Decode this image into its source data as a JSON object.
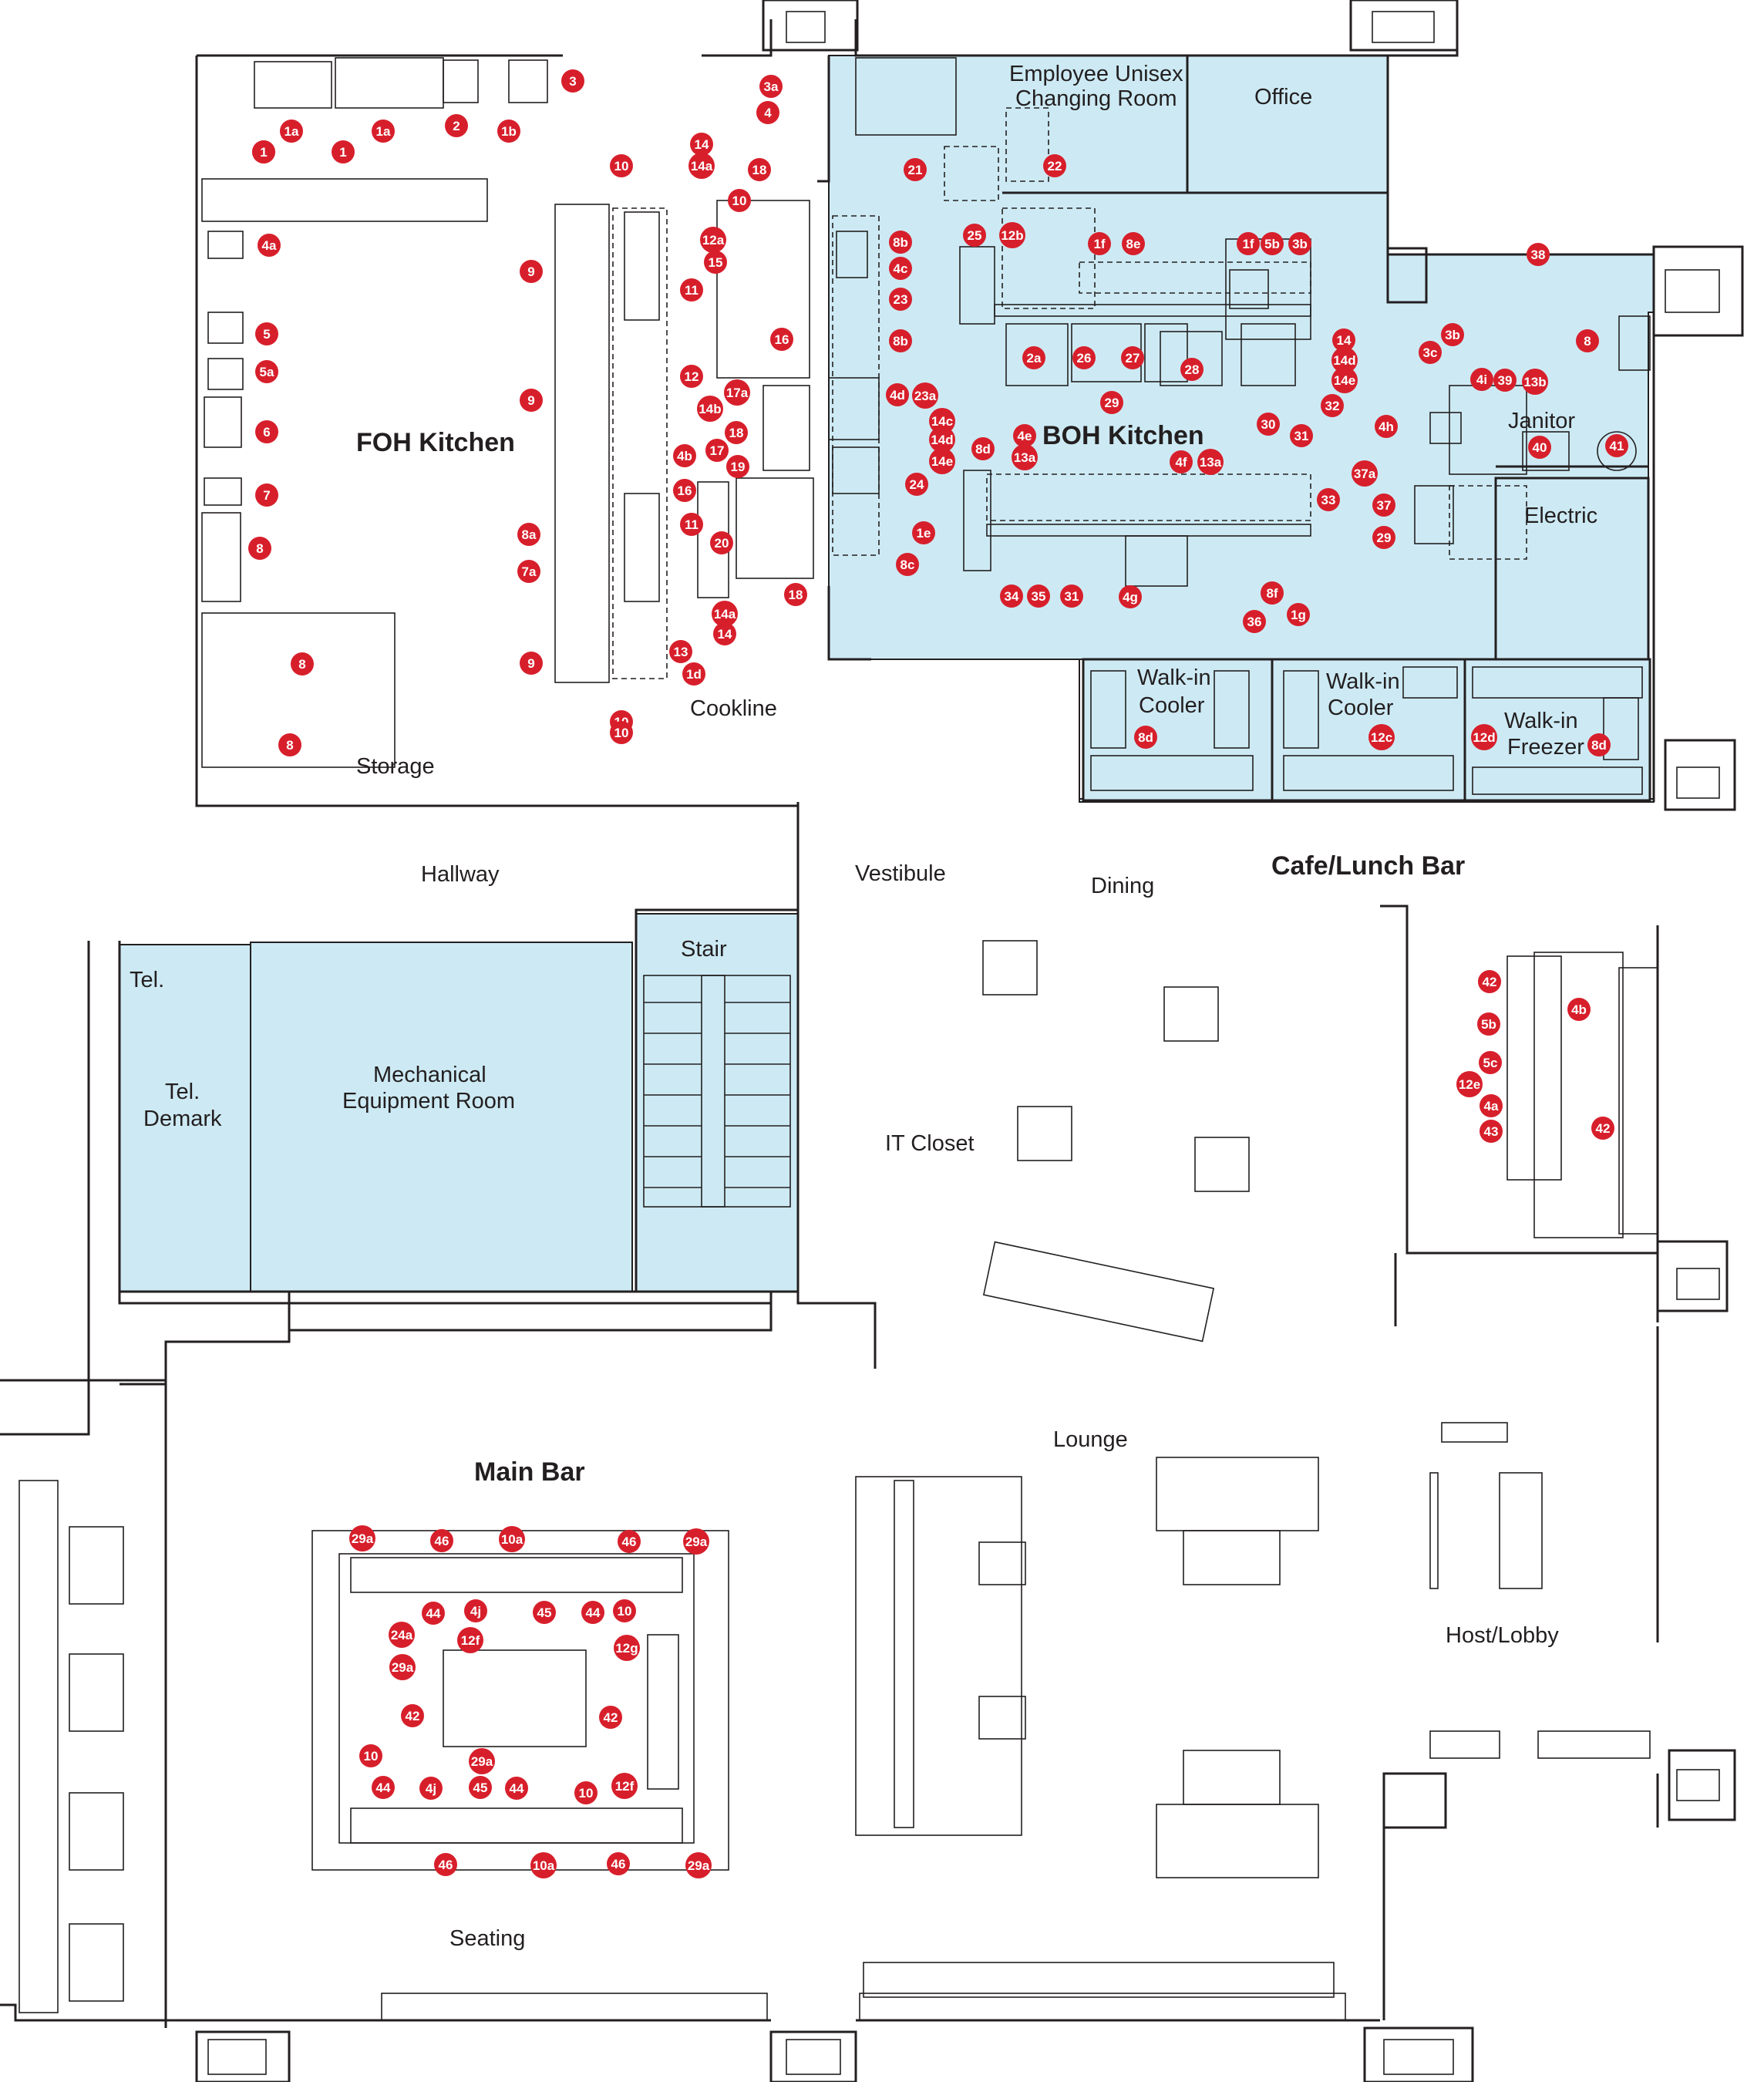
{
  "colors": {
    "tag": "#d71f2b",
    "highlight": "#cdeaf4",
    "line": "#231f20"
  },
  "rooms": {
    "foh_kitchen": "FOH Kitchen",
    "boh_kitchen": "BOH Kitchen",
    "changing_room_line1": "Employee Unisex",
    "changing_room_line2": "Changing Room",
    "office": "Office",
    "janitor": "Janitor",
    "electric": "Electric",
    "cookline": "Cookline",
    "storage": "Storage",
    "walkin_cooler_1_line1": "Walk-in",
    "walkin_cooler_1_line2": "Cooler",
    "walkin_cooler_2_line1": "Walk-in",
    "walkin_cooler_2_line2": "Cooler",
    "walkin_freezer_line1": "Walk-in",
    "walkin_freezer_line2": "Freezer",
    "hallway": "Hallway",
    "vestibule": "Vestibule",
    "dining": "Dining",
    "cafe_lunch_bar": "Cafe/Lunch Bar",
    "stair": "Stair",
    "tel": "Tel.",
    "tel_demark_line1": "Tel.",
    "tel_demark_line2": "Demark",
    "mechanical_line1": "Mechanical",
    "mechanical_line2": "Equipment Room",
    "it_closet": "IT Closet",
    "lounge": "Lounge",
    "main_bar": "Main Bar",
    "host_lobby": "Host/Lobby",
    "seating": "Seating"
  },
  "equipment_tags": [
    "1",
    "1a",
    "1a",
    "1b",
    "2",
    "3",
    "3a",
    "4",
    "1",
    "1",
    "4a",
    "5",
    "5a",
    "6",
    "7",
    "8",
    "8",
    "8",
    "9",
    "9",
    "9",
    "8a",
    "7a",
    "10",
    "10",
    "10",
    "10",
    "14",
    "14a",
    "18",
    "11",
    "11",
    "12",
    "17a",
    "14b",
    "18",
    "17",
    "19",
    "4b",
    "16",
    "20",
    "14a",
    "14",
    "18",
    "13",
    "1d",
    "12a",
    "15",
    "16",
    "8b",
    "4c",
    "23",
    "8b",
    "4d",
    "23a",
    "14c",
    "14d",
    "14e",
    "24",
    "1e",
    "8c",
    "21",
    "22",
    "25",
    "12b",
    "1f",
    "8e",
    "1f",
    "5b",
    "3b",
    "2a",
    "26",
    "27",
    "28",
    "29",
    "30",
    "31",
    "32",
    "14",
    "14d",
    "14e",
    "4e",
    "13a",
    "8d",
    "4f",
    "13a",
    "33",
    "34",
    "35",
    "31",
    "4g",
    "36",
    "8f",
    "1g",
    "38",
    "3c",
    "3b",
    "8",
    "4i",
    "39",
    "13b",
    "4h",
    "40",
    "41",
    "37a",
    "37",
    "29",
    "8d",
    "12c",
    "12d",
    "8d",
    "42",
    "4b",
    "5b",
    "5c",
    "12e",
    "4a",
    "43",
    "42",
    "29a",
    "46",
    "10a",
    "46",
    "29a",
    "44",
    "4j",
    "45",
    "44",
    "10",
    "24a",
    "12f",
    "12g",
    "29a",
    "42",
    "42",
    "10",
    "12f",
    "29a",
    "44",
    "4j",
    "45",
    "44",
    "10",
    "46",
    "10a",
    "46",
    "29a"
  ]
}
